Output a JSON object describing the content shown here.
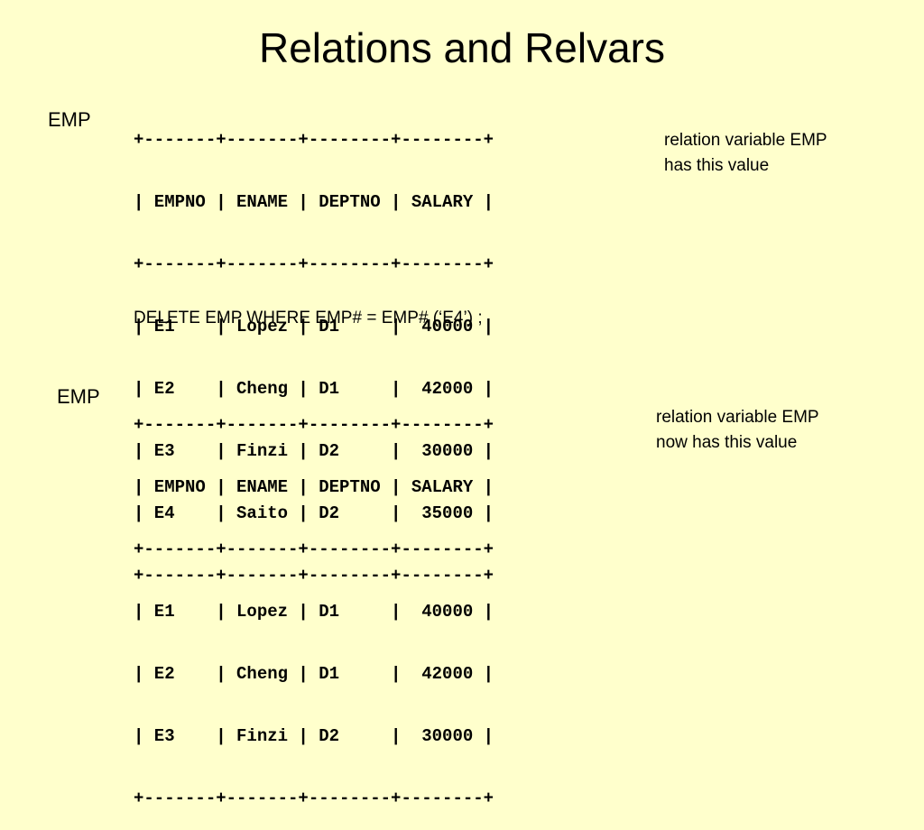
{
  "slide": {
    "title": "Relations and Relvars"
  },
  "before": {
    "label": "EMP",
    "table_lines": [
      "+-------+-------+--------+--------+",
      "| EMPNO | ENAME | DEPTNO | SALARY |",
      "+-------+-------+--------+--------+",
      "| E1    | Lopez | D1     |  40000 |",
      "| E2    | Cheng | D1     |  42000 |",
      "| E3    | Finzi | D2     |  30000 |",
      "| E4    | Saito | D2     |  35000 |",
      "+-------+-------+--------+--------+"
    ],
    "note_lines": [
      "relation variable EMP",
      "has this value"
    ]
  },
  "statement": "DELETE EMP WHERE EMP# = EMP# (‘E4’) ;",
  "after": {
    "label": "EMP",
    "table_lines": [
      "+-------+-------+--------+--------+",
      "| EMPNO | ENAME | DEPTNO | SALARY |",
      "+-------+-------+--------+--------+",
      "| E1    | Lopez | D1     |  40000 |",
      "| E2    | Cheng | D1     |  42000 |",
      "| E3    | Finzi | D2     |  30000 |",
      "+-------+-------+--------+--------+"
    ],
    "note_lines": [
      "relation variable EMP",
      "now has this value"
    ]
  }
}
